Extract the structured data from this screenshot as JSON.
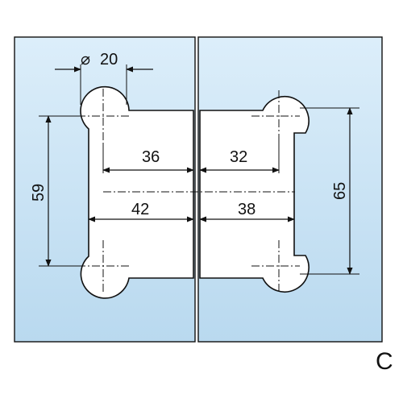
{
  "drawing": {
    "colors": {
      "glass_top": "#dceefa",
      "glass_bottom": "#b9d9ef",
      "outline": "#111111",
      "hinge_fill": "#ffffff"
    },
    "dimensions": {
      "hole_diameter": "20",
      "hole_symbol": "⌀",
      "left_upper": "36",
      "right_upper": "32",
      "left_lower": "42",
      "right_lower": "38",
      "left_vertical": "59",
      "right_vertical": "65"
    },
    "variant_label": "C"
  }
}
